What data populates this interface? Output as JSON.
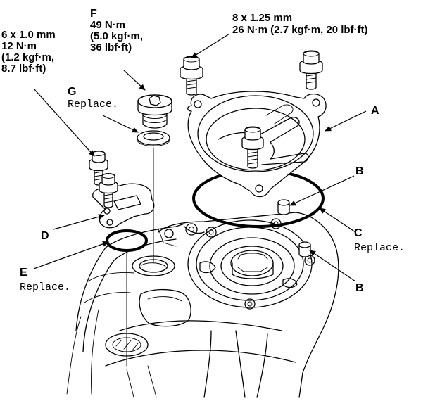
{
  "callouts": {
    "A": "A",
    "B_top": "B",
    "B_bottom": "B",
    "C": "C",
    "C_note": "Replace.",
    "D": "D",
    "E": "E",
    "E_note": "Replace.",
    "F": "F",
    "G": "G",
    "G_note": "Replace."
  },
  "torque_left": {
    "line1": "6 x 1.0 mm",
    "line2": "12 N·m",
    "line3": "(1.2 kgf·m,",
    "line4": "8.7 lbf·ft)"
  },
  "torque_f": {
    "line1": "49 N·m",
    "line2": "(5.0 kgf·m,",
    "line3": "36 lbf·ft)"
  },
  "torque_right": {
    "line1": "8 x 1.25 mm",
    "line2": "26 N·m (2.7 kgf·m, 20 lbf·ft)"
  }
}
